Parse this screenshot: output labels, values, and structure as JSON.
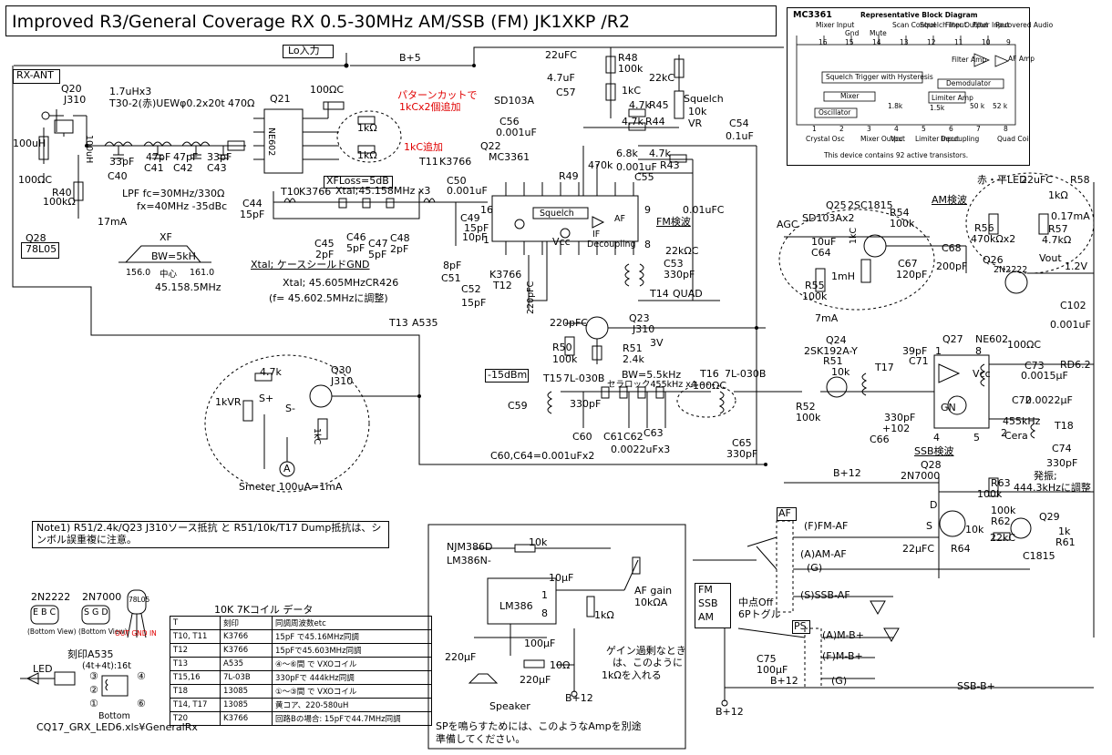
{
  "title": "Improved R3/General Coverage RX  0.5-30MHz  AM/SSB (FM)  JK1XKP  /R2",
  "block_diagram": {
    "chip": "MC3361",
    "heading": "Representative Block Diagram",
    "top_pins": [
      "16",
      "15",
      "14",
      "13",
      "12",
      "11",
      "10",
      "9"
    ],
    "top_labels": [
      "Mixer Input",
      "Gnd",
      "Mute",
      "Scan Control",
      "Squelch Input",
      "Filter Output",
      "Filter Input",
      "Recovered Audio"
    ],
    "bottom_pins": [
      "1",
      "2",
      "3",
      "4",
      "5",
      "6",
      "7",
      "8"
    ],
    "bottom_labels": [
      "Crystal Osc",
      "",
      "Mixer Output",
      "Vcc",
      "Limiter Input",
      "Decoupling",
      "",
      "Quad Coil"
    ],
    "blocks": [
      "Squelch Trigger with Hysteresis",
      "Mixer",
      "Oscillator",
      "Limiter Amp",
      "Demodulator",
      "Filter Amp",
      "AF Amp"
    ],
    "res_labels": [
      "1.8k",
      "1.5k",
      "50 k",
      "52 k"
    ],
    "footnote": "This device contains 92 active transistors."
  },
  "labels": {
    "lo_in": "Lo入力",
    "bplus5": "B+5",
    "rx_ant": "RX-ANT",
    "q20": "Q20",
    "j310a": "J310",
    "coil_1_7": "1.7uHx3",
    "t30": "T30-2(赤)UEWφ0.2x20t",
    "r470": "470Ω",
    "q21": "Q21",
    "r100c": "100ΩC",
    "pattern_cut1": "パターンカットで",
    "pattern_cut2": "1kCx2個追加",
    "add_1kc": "1kC追加",
    "r1k_a": "1kΩ",
    "r1k_b": "1kΩ",
    "ne602": "NE602",
    "l100uh_a": "100uH",
    "l100uh_b": "100uH",
    "r100c_b": "100ΩC",
    "r40": "R40",
    "r40v": "100kΩ",
    "c40v": "33pF",
    "c40": "C40",
    "c41v": "47pF",
    "c41": "C41",
    "c42v": "47pF",
    "c42": "C42",
    "c43v": "33pF",
    "c43": "C43",
    "lpf1": "LPF  fc=30MHz/330Ω",
    "lpf2": "fx=40MHz -35dBc",
    "i17ma": "17mA",
    "q28": "Q28",
    "reg": "78L05",
    "xf": "XF",
    "bw5k": "BW=5kH",
    "f156": "156.0",
    "center": "中心",
    "f161": "161.0",
    "f45158": "45.158.5MHz",
    "xtal_gnd": "Xtal; ケースシールドGND",
    "t10": "T10",
    "k3766a": "K3766",
    "xfloss": "XFLoss=5dB",
    "xtal45": "Xtal;45.158MHz x3",
    "t11": "T11",
    "k3766b": "K3766",
    "c44": "C44",
    "c44v": "15pF",
    "c45": "C45",
    "c45v": "2pF",
    "c46": "C46",
    "c46v": "5pF",
    "c47": "C47",
    "c47v": "5pF",
    "c48": "C48",
    "c48v": "2pF",
    "c50": "C50",
    "c50v": "0.001uF",
    "c49": "C49",
    "c49v": "15pF",
    "c49v2": "10pF",
    "xtal_lo": "Xtal; 45.605MHzCR426",
    "xtal_adj": "(f= 45.602.5MHzに調整)",
    "t13": "T13",
    "a535": "A535",
    "c51": "C51",
    "c51v": "8pF",
    "k3766c": "K3766",
    "c52": "C52",
    "t12": "T12",
    "c52v": "15pF",
    "c22uf": "22uFC",
    "c47uf": "4.7uF",
    "c57": "C57",
    "r48": "R48",
    "r48v": "100k",
    "r1kc": "1kC",
    "r22kc": "22kC",
    "sd103a": "SD103A",
    "squelch": "Squelch",
    "r10kvr": "10k",
    "vr": "VR",
    "r45v": "4.7k",
    "r45": "R45",
    "r44v": "4.7k",
    "r44": "R44",
    "c56": "C56",
    "c56v": "0.001uF",
    "c54": "C54",
    "c54v": "0.1uF",
    "q22": "Q22",
    "mc3361": "MC3361",
    "r68k": "6.8k",
    "r47k": "4.7k",
    "r470k": "470k",
    "r43": "R43",
    "c001": "0.001uF",
    "r49": "R49",
    "c55": "C55",
    "c001fc": "0.01uFC",
    "fm_det": "FM検波",
    "squelch_blk": "Squelch",
    "af_blk": "AF",
    "if_blk": "IF",
    "decoupling_blk": "Decoupling",
    "vcc_blk": "Vcc",
    "pin16": "16",
    "pin1": "1",
    "pin9": "9",
    "pin8": "8",
    "r22kc_b": "22kΩC",
    "c53": "C53",
    "c53v": "330pF",
    "t14": "T14",
    "quad": "QUAD",
    "c220pfc": "220pFC",
    "q23": "Q23",
    "j310b": "J310",
    "c220pfc2": "220pFC",
    "r50": "R50",
    "r50v": "100k",
    "r51": "R51",
    "r51v": "2.4k",
    "v3": "3V",
    "dbm": "-15dBm",
    "t15": "T15",
    "t7l030b": "7L-030B",
    "c59": "C59",
    "c330pf_a": "330pF",
    "bw55": "BW=5.5kHz",
    "cera": "セラロック455kHz x4",
    "t16": "T16",
    "t16coil": "7L-030B",
    "r100c_c": "100ΩC",
    "c60": "C60",
    "c61": "C61",
    "c62": "C62",
    "c63": "C63",
    "c0022": "0.0022uFx3",
    "c65": "C65",
    "c65v": "330pF",
    "c60c64": "C60,C64=0.001uFx2",
    "q30": "Q30",
    "j310c": "J310",
    "r4_7k": "4.7k",
    "sp": "S+",
    "sm": "S-",
    "vr1k": "1kVR",
    "r1kc_b": "1kC",
    "meter": "A",
    "smeter": "Smeter 100uA=1mA",
    "agc": "AGC",
    "sd103ax2": "SD103Ax2",
    "c10uf": "10uF",
    "c64": "C64",
    "r1kc_c": "1kC",
    "q25": "Q25",
    "q25t": "2SC1815",
    "r54": "R54",
    "r54v": "100k",
    "l1mh": "1mH",
    "r55": "R55",
    "r55v": "100k",
    "c67": "C67",
    "c67v": "120pF",
    "i7ma": "7mA",
    "led": "赤・平LED",
    "c22ufc": "22uFC",
    "r58": "R58",
    "r58v": "1kΩ",
    "am_det": "AM検波",
    "i017": "0.17mA",
    "r56": "R56",
    "r56v": "470kΩx2",
    "r57": "R57",
    "r57v": "4.7kΩ",
    "vout": "Vout",
    "c68": "C68",
    "c68v": "200pF",
    "q26": "Q26",
    "q26t": "2N2222",
    "v12": "1.2V",
    "c102": "C102",
    "c102v": "0.001uF",
    "q24": "Q24",
    "q24t": "2SK192A-Y",
    "r51b": "R51",
    "r51bv": "10k",
    "c39pf": "39pF",
    "c71": "C71",
    "t17": "T17",
    "q27": "Q27",
    "ne602b": "NE602",
    "pin1b": "1",
    "pin8b": "8",
    "r100c_d": "100ΩC",
    "rd62": "RD6.2",
    "c73": "C73",
    "c73v": "0.0015μF",
    "vcc2": "Vcc",
    "gn": "GN",
    "c72": "C72",
    "c72v": "0.0022μF",
    "pin4": "4",
    "pin5": "5",
    "pin2": "2",
    "r52": "R52",
    "r52v": "100k",
    "c330_102": "330pF",
    "p102": "+102",
    "c66": "C66",
    "ssb_det": "SSB検波",
    "f455": "455kHz",
    "t18": "T18",
    "cera2": "Cera",
    "c74": "C74",
    "c74v": "330pF",
    "bplus12a": "B+12",
    "q28b": "Q28",
    "q28bt": "2N7000",
    "osc1": "発振;",
    "osc2": "444.3kHzに調整",
    "r63": "R63",
    "r63v": "100k",
    "r100k": "100k",
    "r62": "R62",
    "r10k": "10k",
    "r64": "R64",
    "d": "D",
    "s": "S",
    "c22ufc2": "22μFC",
    "c22kc": "22kC",
    "q29": "Q29",
    "r1k": "1k",
    "r61": "R61",
    "c1815": "C1815",
    "note": "Note1) R51/2.4k/Q23 J310ソース抵抗  と  R51/10k/T17 Dump抵抗は、シンボル誤重複に注意。",
    "njm": "NJM386D",
    "lm386n": "LM386N-",
    "lm386": "LM386",
    "r10k_amp": "10k",
    "c10uf_amp": "10μF",
    "pin1c": "1",
    "pin8c": "8",
    "r1k_amp": "1kΩ",
    "c220uf_a": "220μF",
    "c100uf": "100μF",
    "c220uf_b": "220μF",
    "r10_amp": "10Ω",
    "afgain1": "AF gain",
    "afgain2": "10kΩA",
    "gain_note1": "ゲイン過剰なとき",
    "gain_note2": "は、このように",
    "gain_note3": "1kΩを入れる",
    "speaker": "Speaker",
    "bplus12b": "B+12",
    "amp_note1": "SPを鳴らすためには、このようなAmpを別途",
    "amp_note2": "準備してください。",
    "af_sw": "AF",
    "f_fm_af": "(F)FM-AF",
    "a_am_af": "(A)AM-AF",
    "g1": "(G)",
    "s_ssb_af": "(S)SSB-AF",
    "mode_fm": "FM",
    "mode_ssb": "SSB",
    "mode_am": "AM",
    "toggle1": "中点Off",
    "toggle2": "6Pトグル",
    "ps_sw": "PS",
    "a_am_b": "(A)M-B+",
    "f_m_b": "(F)M-B+",
    "g2": "(G)",
    "c75": "C75",
    "c75v": "100μF",
    "bplus12c": "B+12",
    "bplus12d": "B+12",
    "ssb_b": "SSB-B+",
    "t2n2222": "2N2222",
    "ebc": "E  B  C",
    "bview1": "(Bottom View)",
    "t2n7000": "2N7000",
    "sgd": "S  G  D",
    "bview2": "(Bottom View)",
    "reg78": "78L05",
    "outgndin": "OUT GND IN",
    "stamp_a535": "刻印A535",
    "turns": "(4t+4t):16t",
    "bottom": "Bottom",
    "led_lbl": "LED",
    "filename": "CQ17_GRX_LED6.xls¥GeneralRx",
    "coil_title": "10K 7Kコイル データ",
    "p3": "③",
    "p4": "④",
    "p2": "②",
    "p1": "①",
    "p6": "⑥"
  },
  "coil_table": {
    "headers": [
      "T",
      "刻印",
      "同調周波数etc"
    ],
    "rows": [
      [
        "T10, T11",
        "K3766",
        "15pF で45.16MHz同調"
      ],
      [
        "T12",
        "K3766",
        "15pFで45.603MHz同調"
      ],
      [
        "T13",
        "A535",
        "④〜⑥間 で VXOコイル"
      ],
      [
        "T15,16",
        "7L-03B",
        "330pFで 444kHz同調"
      ],
      [
        "T18",
        "13085",
        "①〜③間 で VXOコイル"
      ],
      [
        "T14, T17",
        "13085",
        "黄コア、220-580uH"
      ],
      [
        "T20",
        "K3766",
        "回路Bの場合: 15pFで44.7MHz同調"
      ]
    ]
  }
}
